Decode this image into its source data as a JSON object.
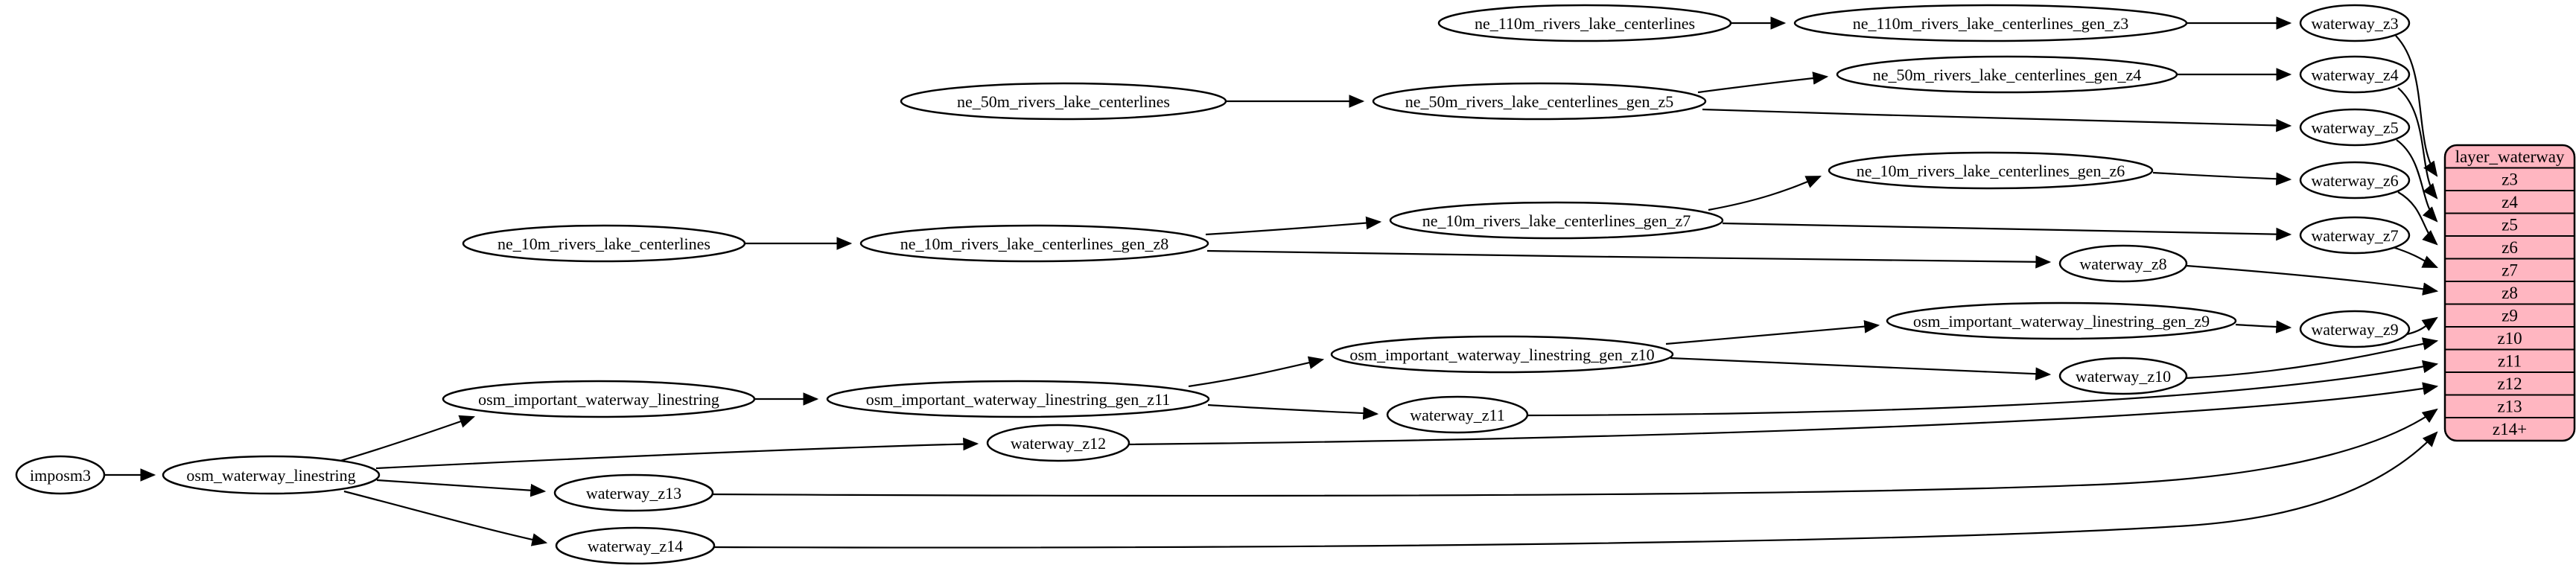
{
  "diagram": {
    "background": "#ffffff",
    "colors": {
      "node_fill": "#ffffff",
      "line": "#000000",
      "table_fill": "#ffb6c1",
      "table_border": "#000000"
    },
    "nodes": {
      "imposm3": {
        "label": "imposm3"
      },
      "osm_waterway_linestring": {
        "label": "osm_waterway_linestring"
      },
      "osm_important_waterway_linestring": {
        "label": "osm_important_waterway_linestring"
      },
      "osm_important_waterway_linestring_gen_z11": {
        "label": "osm_important_waterway_linestring_gen_z11"
      },
      "osm_important_waterway_linestring_gen_z10": {
        "label": "osm_important_waterway_linestring_gen_z10"
      },
      "osm_important_waterway_linestring_gen_z9": {
        "label": "osm_important_waterway_linestring_gen_z9"
      },
      "ne_10m_rivers_lake_centerlines": {
        "label": "ne_10m_rivers_lake_centerlines"
      },
      "ne_10m_rivers_lake_centerlines_gen_z8": {
        "label": "ne_10m_rivers_lake_centerlines_gen_z8"
      },
      "ne_10m_rivers_lake_centerlines_gen_z7": {
        "label": "ne_10m_rivers_lake_centerlines_gen_z7"
      },
      "ne_10m_rivers_lake_centerlines_gen_z6": {
        "label": "ne_10m_rivers_lake_centerlines_gen_z6"
      },
      "ne_50m_rivers_lake_centerlines": {
        "label": "ne_50m_rivers_lake_centerlines"
      },
      "ne_50m_rivers_lake_centerlines_gen_z5": {
        "label": "ne_50m_rivers_lake_centerlines_gen_z5"
      },
      "ne_50m_rivers_lake_centerlines_gen_z4": {
        "label": "ne_50m_rivers_lake_centerlines_gen_z4"
      },
      "ne_110m_rivers_lake_centerlines": {
        "label": "ne_110m_rivers_lake_centerlines"
      },
      "ne_110m_rivers_lake_centerlines_gen_z3": {
        "label": "ne_110m_rivers_lake_centerlines_gen_z3"
      },
      "waterway_z3": {
        "label": "waterway_z3"
      },
      "waterway_z4": {
        "label": "waterway_z4"
      },
      "waterway_z5": {
        "label": "waterway_z5"
      },
      "waterway_z6": {
        "label": "waterway_z6"
      },
      "waterway_z7": {
        "label": "waterway_z7"
      },
      "waterway_z8": {
        "label": "waterway_z8"
      },
      "waterway_z9": {
        "label": "waterway_z9"
      },
      "waterway_z10": {
        "label": "waterway_z10"
      },
      "waterway_z11": {
        "label": "waterway_z11"
      },
      "waterway_z12": {
        "label": "waterway_z12"
      },
      "waterway_z13": {
        "label": "waterway_z13"
      },
      "waterway_z14": {
        "label": "waterway_z14"
      }
    },
    "table": {
      "title": "layer_waterway",
      "rows": [
        "z3",
        "z4",
        "z5",
        "z6",
        "z7",
        "z8",
        "z9",
        "z10",
        "z11",
        "z12",
        "z13",
        "z14+"
      ]
    },
    "edges": [
      {
        "from": "imposm3",
        "to": "osm_waterway_linestring"
      },
      {
        "from": "osm_waterway_linestring",
        "to": "osm_important_waterway_linestring"
      },
      {
        "from": "osm_waterway_linestring",
        "to": "waterway_z12"
      },
      {
        "from": "osm_waterway_linestring",
        "to": "waterway_z13"
      },
      {
        "from": "osm_waterway_linestring",
        "to": "waterway_z14"
      },
      {
        "from": "osm_important_waterway_linestring",
        "to": "osm_important_waterway_linestring_gen_z11"
      },
      {
        "from": "osm_important_waterway_linestring_gen_z11",
        "to": "osm_important_waterway_linestring_gen_z10"
      },
      {
        "from": "osm_important_waterway_linestring_gen_z11",
        "to": "waterway_z11"
      },
      {
        "from": "osm_important_waterway_linestring_gen_z10",
        "to": "osm_important_waterway_linestring_gen_z9"
      },
      {
        "from": "osm_important_waterway_linestring_gen_z10",
        "to": "waterway_z10"
      },
      {
        "from": "osm_important_waterway_linestring_gen_z9",
        "to": "waterway_z9"
      },
      {
        "from": "ne_10m_rivers_lake_centerlines",
        "to": "ne_10m_rivers_lake_centerlines_gen_z8"
      },
      {
        "from": "ne_10m_rivers_lake_centerlines_gen_z8",
        "to": "ne_10m_rivers_lake_centerlines_gen_z7"
      },
      {
        "from": "ne_10m_rivers_lake_centerlines_gen_z8",
        "to": "waterway_z8"
      },
      {
        "from": "ne_10m_rivers_lake_centerlines_gen_z7",
        "to": "ne_10m_rivers_lake_centerlines_gen_z6"
      },
      {
        "from": "ne_10m_rivers_lake_centerlines_gen_z7",
        "to": "waterway_z7"
      },
      {
        "from": "ne_10m_rivers_lake_centerlines_gen_z6",
        "to": "waterway_z6"
      },
      {
        "from": "ne_50m_rivers_lake_centerlines",
        "to": "ne_50m_rivers_lake_centerlines_gen_z5"
      },
      {
        "from": "ne_50m_rivers_lake_centerlines_gen_z5",
        "to": "ne_50m_rivers_lake_centerlines_gen_z4"
      },
      {
        "from": "ne_50m_rivers_lake_centerlines_gen_z5",
        "to": "waterway_z5"
      },
      {
        "from": "ne_50m_rivers_lake_centerlines_gen_z4",
        "to": "waterway_z4"
      },
      {
        "from": "ne_110m_rivers_lake_centerlines",
        "to": "ne_110m_rivers_lake_centerlines_gen_z3"
      },
      {
        "from": "ne_110m_rivers_lake_centerlines_gen_z3",
        "to": "waterway_z3"
      },
      {
        "from": "waterway_z3",
        "to": "layer_waterway.z3"
      },
      {
        "from": "waterway_z4",
        "to": "layer_waterway.z4"
      },
      {
        "from": "waterway_z5",
        "to": "layer_waterway.z5"
      },
      {
        "from": "waterway_z6",
        "to": "layer_waterway.z6"
      },
      {
        "from": "waterway_z7",
        "to": "layer_waterway.z7"
      },
      {
        "from": "waterway_z8",
        "to": "layer_waterway.z8"
      },
      {
        "from": "waterway_z9",
        "to": "layer_waterway.z9"
      },
      {
        "from": "waterway_z10",
        "to": "layer_waterway.z10"
      },
      {
        "from": "waterway_z11",
        "to": "layer_waterway.z11"
      },
      {
        "from": "waterway_z12",
        "to": "layer_waterway.z12"
      },
      {
        "from": "waterway_z13",
        "to": "layer_waterway.z13"
      },
      {
        "from": "waterway_z14",
        "to": "layer_waterway.z14+"
      }
    ]
  }
}
